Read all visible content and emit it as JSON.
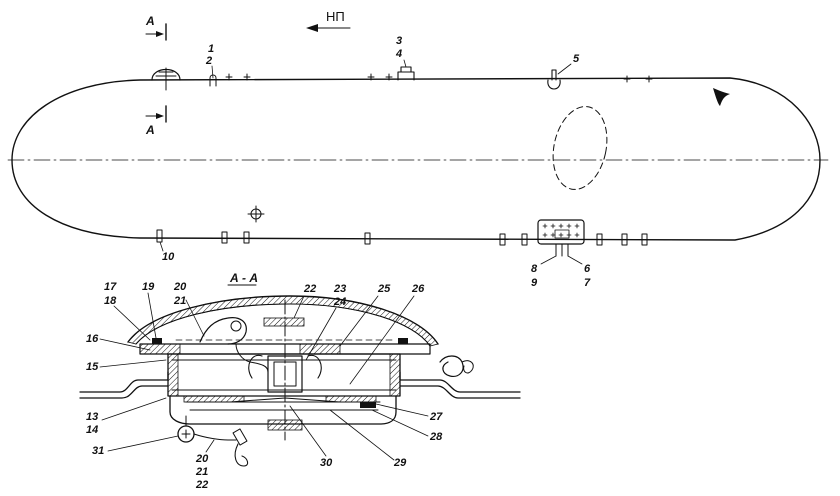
{
  "diagram": {
    "direction_label": "НП",
    "section_label": "А - А",
    "section_marker": "А",
    "callouts_top": {
      "n1": "1",
      "n2": "2",
      "n3": "3",
      "n4": "4",
      "n5": "5",
      "n6": "6",
      "n7": "7",
      "n8": "8",
      "n9": "9",
      "n10": "10"
    },
    "callouts_section": {
      "n13": "13",
      "n14": "14",
      "n15": "15",
      "n16": "16",
      "n17": "17",
      "n18": "18",
      "n19": "19",
      "n20a": "20",
      "n21a": "21",
      "n22a": "22",
      "n23": "23",
      "n24": "24",
      "n25": "25",
      "n26": "26",
      "n27": "27",
      "n28": "28",
      "n29": "29",
      "n30": "30",
      "n31": "31",
      "n20b": "20",
      "n21b": "21",
      "n22b": "22"
    }
  }
}
